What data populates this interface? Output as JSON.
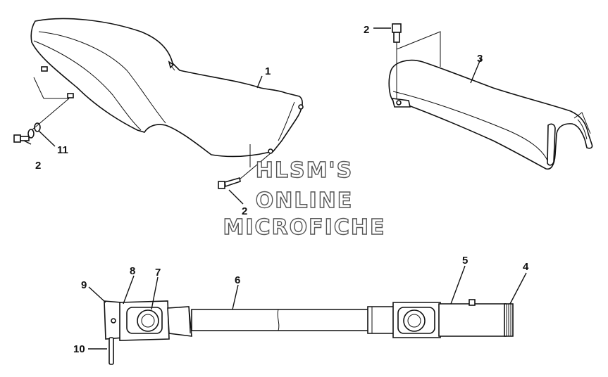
{
  "diagram": {
    "watermark": [
      "HLSM'S",
      "ONLINE",
      "MICROFICHE"
    ],
    "callouts": [
      {
        "id": "c1",
        "label": "1"
      },
      {
        "id": "c2a",
        "label": "2"
      },
      {
        "id": "c2b",
        "label": "2"
      },
      {
        "id": "c2c",
        "label": "2"
      },
      {
        "id": "c3",
        "label": "3"
      },
      {
        "id": "c4",
        "label": "4"
      },
      {
        "id": "c5",
        "label": "5"
      },
      {
        "id": "c6",
        "label": "6"
      },
      {
        "id": "c7",
        "label": "7"
      },
      {
        "id": "c8",
        "label": "8"
      },
      {
        "id": "c9",
        "label": "9"
      },
      {
        "id": "c10",
        "label": "10"
      },
      {
        "id": "c11",
        "label": "11"
      }
    ]
  }
}
